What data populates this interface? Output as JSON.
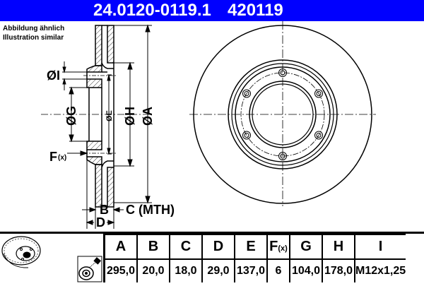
{
  "header": {
    "part_number": "24.0120-0119.1",
    "ref_number": "420119",
    "background": "#0000ff"
  },
  "note": {
    "line1": "Abbildung ähnlich",
    "line2": "Illustration similar"
  },
  "drawing": {
    "labels": {
      "dia_i": "ØI",
      "dia_g": "ØG",
      "dia_e": "ØE",
      "dia_h": "ØH",
      "dia_a": "ØA",
      "f": "F",
      "f_sub": "(x)",
      "b": "B",
      "c": "C (MTH)",
      "d": "D"
    },
    "bolt_holes": 6
  },
  "table": {
    "headers": [
      "A",
      "B",
      "C",
      "D",
      "E",
      "F",
      "G",
      "H",
      "I"
    ],
    "f_suffix": "(x)",
    "values": [
      "295,0",
      "20,0",
      "18,0",
      "29,0",
      "137,0",
      "6",
      "104,0",
      "178,0",
      "M12x1,25"
    ],
    "icons": [
      "brake-disc-perspective-icon",
      "spray-cleaning-icon"
    ]
  }
}
